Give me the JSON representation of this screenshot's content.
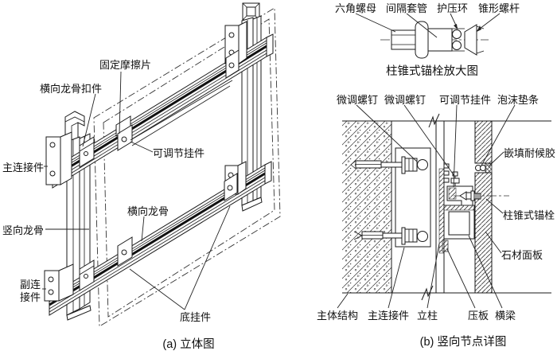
{
  "figure": {
    "colors": {
      "line": "#1a1a1a",
      "background": "#ffffff"
    },
    "panel_a": {
      "caption": "(a) 立体图",
      "labels": {
        "fixed_friction_pad": "固定摩擦片",
        "horizontal_keel_clip": "横向龙骨扣件",
        "main_connector": "主连接件",
        "adjustable_hanger": "可调节挂件",
        "vertical_keel": "竖向龙骨",
        "horizontal_keel": "横向龙骨",
        "sub_connector_line1": "副连",
        "sub_connector_line2": "接件",
        "bottom_hanger": "底挂件"
      }
    },
    "bolt_detail": {
      "caption": "柱锥式锚栓放大图",
      "labels": {
        "hex_nut": "六角螺母",
        "spacer_sleeve": "间隔套管",
        "pressure_ring": "护压环",
        "conical_screw": "锥形螺杆"
      }
    },
    "panel_b": {
      "caption": "(b) 竖向节点详图",
      "labels": {
        "fine_adjust_screw_left": "微调螺钉",
        "fine_adjust_screw_right": "微调螺钉",
        "adjustable_hanger": "可调节挂件",
        "foam_backer_rod": "泡沫垫条",
        "weatherproof_sealant": "嵌填耐候胶",
        "cone_anchor_bolt": "柱锥式锚栓",
        "stone_panel": "石材面板",
        "main_structure": "主体结构",
        "main_connector": "主连接件",
        "mullion": "立柱",
        "pressure_plate": "压板",
        "cross_beam": "横梁"
      }
    }
  }
}
